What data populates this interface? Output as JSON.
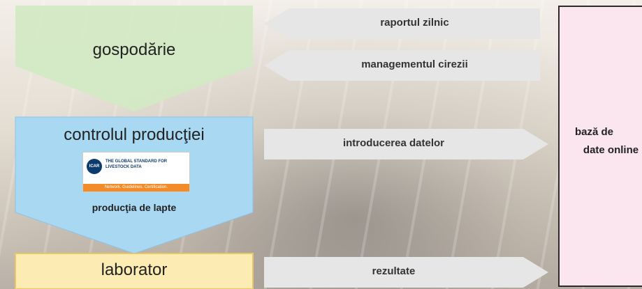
{
  "nodes": {
    "farm": "gospodărie",
    "production_control": "controlul producţiei",
    "milk_production": "producţia de lapte",
    "laboratory": "laborator",
    "database_line1": "bază de",
    "database_line2": "date online"
  },
  "arrows": {
    "daily_report": "raportul zilnic",
    "herd_management": "managementul cirezii",
    "data_entry": "introducerea datelor",
    "results": "rezultate"
  },
  "logo": {
    "badge": "ICAR",
    "tagline": "THE GLOBAL STANDARD FOR LIVESTOCK DATA",
    "footer": "Network. Guidelines. Certification."
  },
  "colors": {
    "farm_fill": "#d3e9c4",
    "control_fill": "#a9d8f3",
    "lab_fill": "#fcebb3",
    "arrow_fill": "#e6e6e6",
    "db_fill": "#fbe5ef",
    "db_border": "#2b2b2b"
  }
}
